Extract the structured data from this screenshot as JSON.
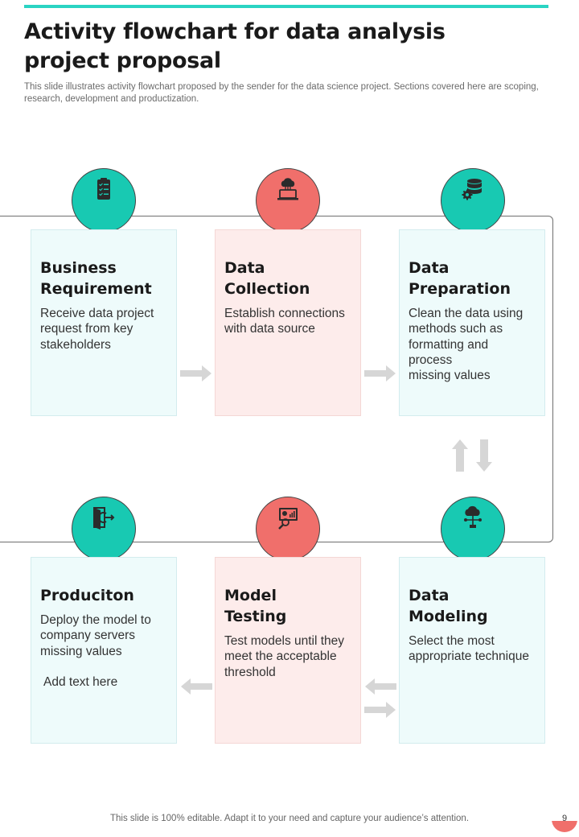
{
  "header": {
    "title": "Activity flowchart for data analysis project proposal",
    "subtitle": "This slide illustrates activity flowchart proposed by the sender for the data science project. Sections covered here are scoping, research, development and productization."
  },
  "steps": [
    {
      "title": "Business\nRequirement",
      "body": "Receive data project\nrequest from key\nstakeholders",
      "icon": "checklist-icon"
    },
    {
      "title": "Data\nCollection",
      "body": "Establish connections\nwith data source",
      "icon": "cloud-laptop-icon"
    },
    {
      "title": "Data\nPreparation",
      "body": "Clean the data using\nmethods such as\nformatting and\nprocess\nmissing values",
      "icon": "database-gear-icon"
    },
    {
      "title": "Data\nModeling",
      "body": "Select the most\nappropriate technique",
      "icon": "cloud-network-icon"
    },
    {
      "title": "Model\nTesting",
      "body": "Test models until they\nmeet the acceptable\nthreshold",
      "icon": "chart-magnifier-icon"
    },
    {
      "title": "Produciton",
      "body": "Deploy the model to\ncompany servers\nmissing values",
      "extra": "Add text here",
      "icon": "exit-door-icon"
    }
  ],
  "colors": {
    "accent_teal": "#18c9b2",
    "accent_coral": "#f06f6b",
    "card_teal": "#eefbfb",
    "card_coral": "#fdeceb",
    "arrow": "#d6d6d6"
  },
  "footer": {
    "text": "This slide is 100% editable. Adapt it to your need and capture your audience’s attention.",
    "page_number": "9"
  }
}
